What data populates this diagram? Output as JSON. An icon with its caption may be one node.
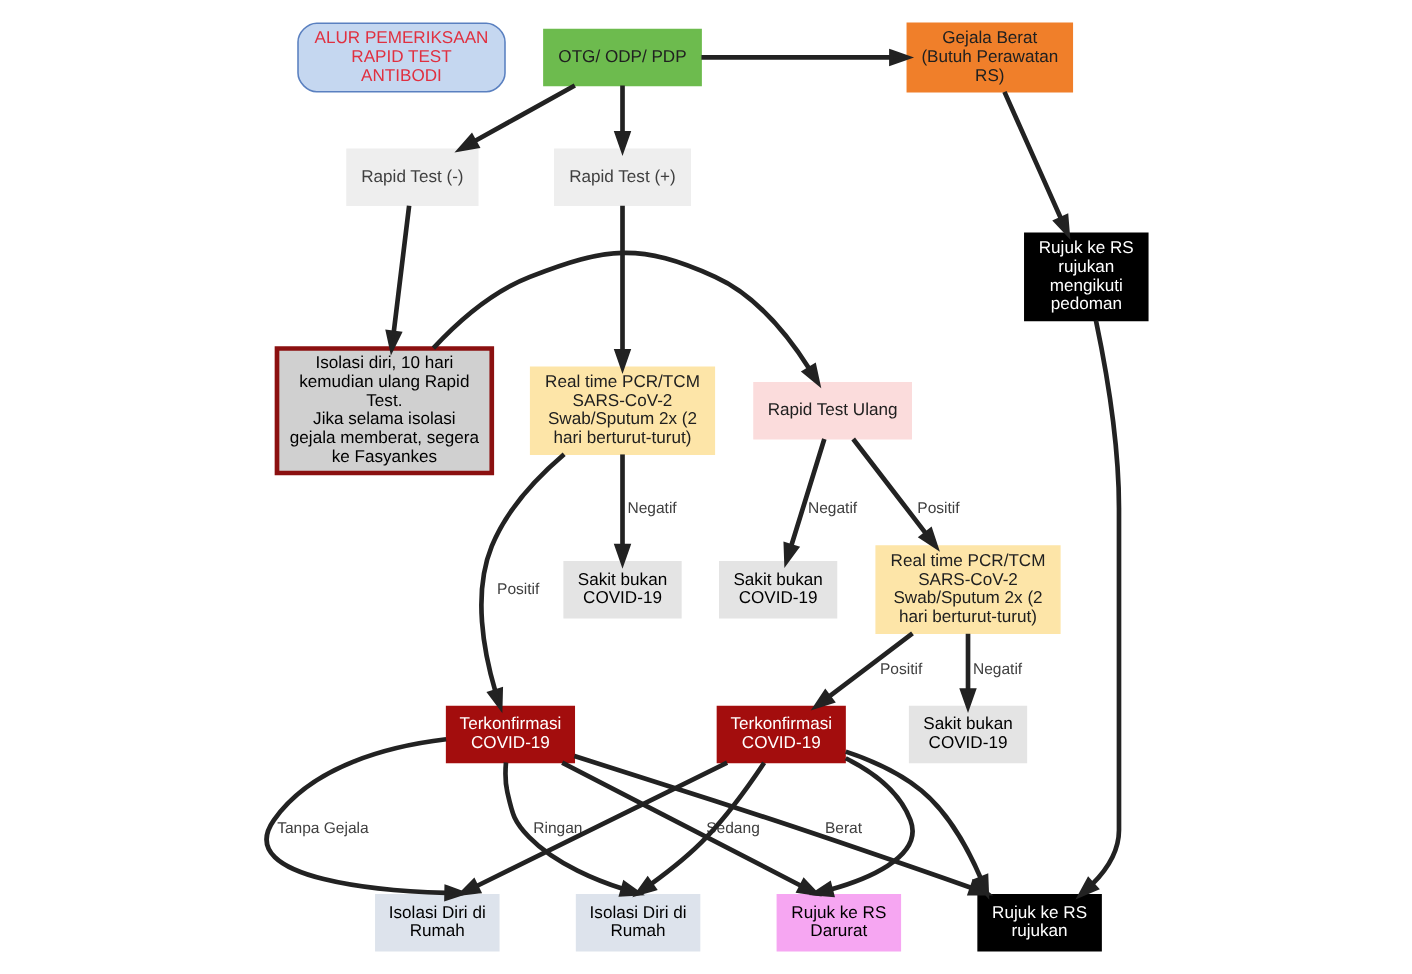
{
  "diagram": {
    "nodes": [
      {
        "text": [
          "ALUR PEMERIKSAAN RAPID TEST ANTIBODI"
        ]
      },
      {
        "text": [
          "OTG/ ODP/ PDP"
        ]
      },
      {
        "text": [
          "Gejala Berat (Butuh Perawatan RS)"
        ]
      },
      {
        "text": [
          "Rapid Test (-)"
        ]
      },
      {
        "text": [
          "Rapid Test (+)"
        ]
      },
      {
        "text": [
          "Isolasi diri, 10 hari kemudian ulang Rapid Test.",
          "Jika selama isolasi gejala memberat, segera ke Fasyankes"
        ]
      },
      {
        "text": [
          "Real time PCR/TCM SARS-CoV-2 Swab/Sputum 2x (2 hari berturut-turut)"
        ]
      },
      {
        "text": [
          "Rapid Test Ulang"
        ]
      },
      {
        "text": [
          "Sakit bukan COVID-19"
        ]
      },
      {
        "text": [
          "Real time PCR/TCM SARS-CoV-2 Swab/Sputum 2x (2 hari berturut-turut)"
        ]
      },
      {
        "text": [
          "Terkonfirmasi COVID-19"
        ]
      },
      {
        "text": [
          "Sakit bukan COVID-19"
        ]
      },
      {
        "text": [
          "Sakit bukan COVID-19"
        ]
      },
      {
        "text": [
          "Terkonfirmasi COVID-19"
        ]
      },
      {
        "text": [
          "Rujuk ke RS rujukan mengikuti pedoman"
        ]
      },
      {
        "text": [
          "Isolasi Diri di Rumah"
        ]
      },
      {
        "text": [
          "Isolasi Diri di Rumah"
        ]
      },
      {
        "text": [
          "Rujuk ke RS Darurat"
        ]
      },
      {
        "text": [
          "Rujuk ke RS rujukan"
        ]
      }
    ],
    "edges": [
      {
        "from": 1,
        "to": 2,
        "arrow": "to"
      },
      {
        "from": 1,
        "to": 3,
        "arrow": "to"
      },
      {
        "from": 1,
        "to": 4,
        "arrow": "to"
      },
      {
        "from": 3,
        "to": 5,
        "arrow": "to"
      },
      {
        "from": 5,
        "to": 7,
        "arrow": "to"
      },
      {
        "from": 7,
        "to": 8,
        "arrow": "to",
        "label": "Negatif"
      },
      {
        "from": 7,
        "to": 9,
        "arrow": "to",
        "label": "Positif"
      },
      {
        "from": 4,
        "to": 6,
        "arrow": "to"
      },
      {
        "from": 6,
        "to": 10,
        "arrow": "to",
        "label": "Positif"
      },
      {
        "from": 6,
        "to": 11,
        "arrow": "to",
        "label": "Negatif"
      },
      {
        "from": 9,
        "to": 12,
        "arrow": "to",
        "label": "Negatif"
      },
      {
        "from": 9,
        "to": 13,
        "arrow": "to",
        "label": "Positif"
      },
      {
        "from": 2,
        "to": 14,
        "arrow": "to"
      },
      {
        "from": 10,
        "to": 15,
        "arrow": "to",
        "label": "Tanpa Gejala"
      },
      {
        "from": 10,
        "to": 16,
        "arrow": "to",
        "label": "Ringan"
      },
      {
        "from": 10,
        "to": 17,
        "arrow": "to",
        "label": "Sedang"
      },
      {
        "from": 10,
        "to": 18,
        "arrow": "to",
        "label": "Berat"
      },
      {
        "from": 13,
        "to": 15,
        "arrow": "to"
      },
      {
        "from": 13,
        "to": 16,
        "arrow": "to"
      },
      {
        "from": 13,
        "to": 17,
        "arrow": "to"
      },
      {
        "from": 13,
        "to": 18,
        "arrow": "to"
      },
      {
        "from": 14,
        "to": 18,
        "arrow": "to"
      }
    ]
  }
}
